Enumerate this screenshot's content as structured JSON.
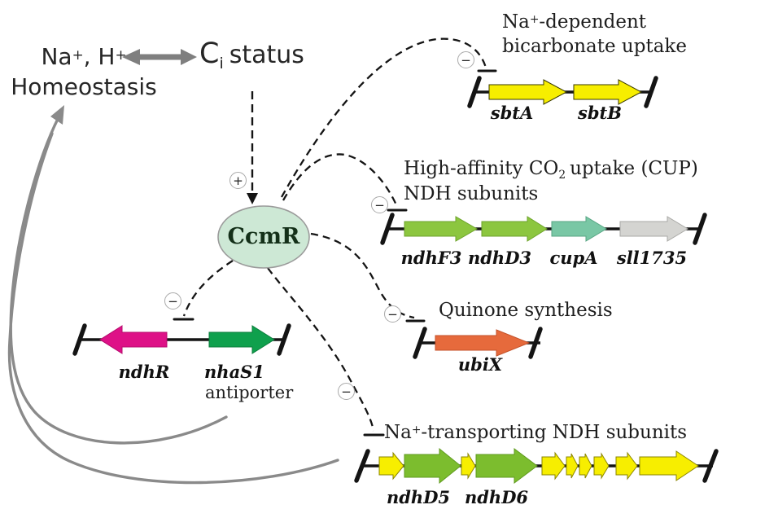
{
  "colors": {
    "yellow": "#f7ee00",
    "yellow_edge": "#8a8400",
    "green": "#8cc63f",
    "green_edge": "#6da32b",
    "bottom_green": "#7cbd2e",
    "bottom_green_edge": "#5f9a1f",
    "teal": "#79c7a5",
    "teal_edge": "#57a583",
    "gray_gene": "#d4d4d1",
    "gray_gene_edge": "#a9a9a6",
    "orange": "#e66a3c",
    "orange_edge": "#c4522a",
    "magenta": "#de1187",
    "magenta_edge": "#b50c6d",
    "dark_green_gene": "#0fa04d",
    "dark_green_edge": "#0b7c3b",
    "ccmr_fill": "#cde8d5",
    "ccmr_stroke": "#9b9b9b",
    "gray_arrow": "#8a8a8a",
    "line_black": "#141414"
  },
  "homeostasis": {
    "line1_a": "Na",
    "line1_sup1": "+",
    "line1_b": ", H",
    "line1_sup2": "+",
    "line2": "Homeostasis"
  },
  "ci_status": {
    "c": "C",
    "sub": "i",
    "rest": "status"
  },
  "regulator": {
    "label": "CcmR"
  },
  "signs": {
    "plus": "+",
    "minus": "−"
  },
  "operons": {
    "sbt": {
      "title_a": "Na",
      "title_sup": "+",
      "title_b": "-dependent",
      "title_line2": "bicarbonate uptake",
      "gene1": "sbtA",
      "gene2": "sbtB"
    },
    "cup": {
      "title_a": "High-affinity CO",
      "title_sub": "2",
      "title_b": "uptake (CUP)",
      "title_line2": "NDH subunits",
      "gene1": "ndhF3",
      "gene2": "ndhD3",
      "gene3": "cupA",
      "gene4": "sll1735"
    },
    "quinone": {
      "title": "Quinone synthesis",
      "gene1": "ubiX"
    },
    "nat": {
      "title_a": "Na",
      "title_sup": "+",
      "title_b": "-transporting NDH subunits",
      "gene1": "ndhD5",
      "gene2": "ndhD6"
    },
    "nha": {
      "gene1": "ndhR",
      "gene2": "nhaS1",
      "gene2_sub": "antiporter"
    }
  }
}
